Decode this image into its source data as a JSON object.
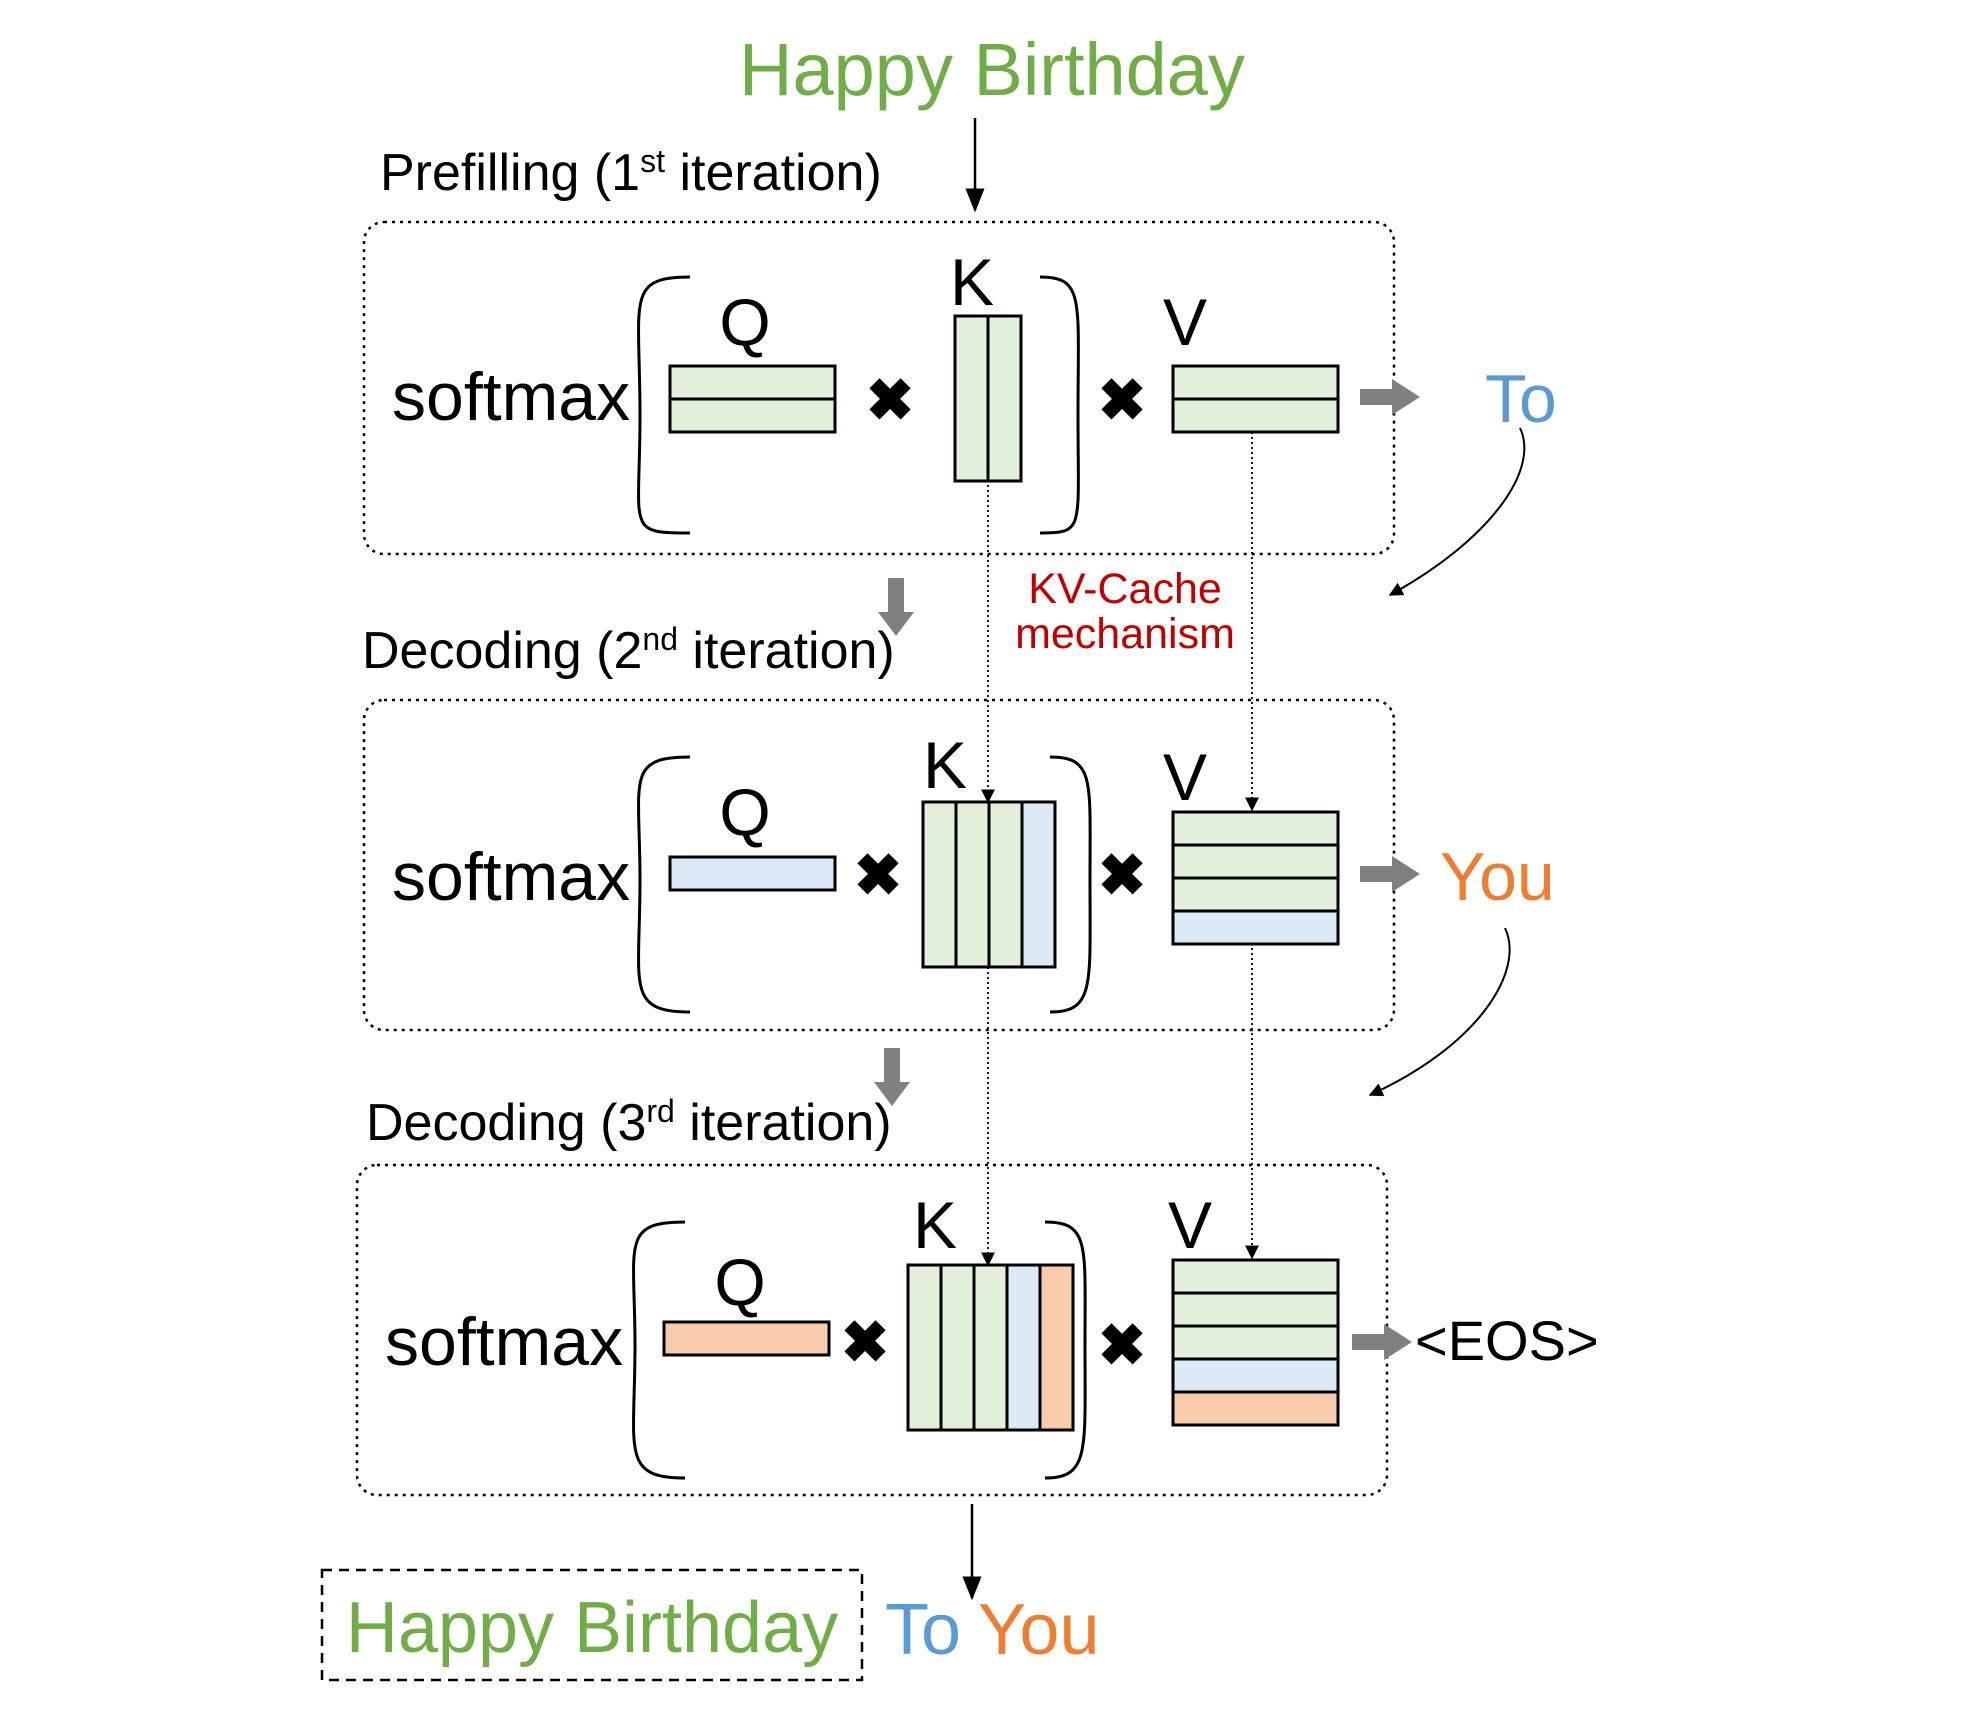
{
  "colors": {
    "green_text": "#70ad47",
    "blue_text": "#5b9bd5",
    "orange_text": "#ed7d31",
    "red_text": "#c00000",
    "green_fill": "#e2efda",
    "blue_fill": "#dde9f6",
    "orange_fill": "#f8cbad",
    "gray_arrow": "#808080"
  },
  "input_text": "Happy Birthday",
  "kv_cache_label": [
    "KV-Cache",
    "mechanism"
  ],
  "stages": [
    {
      "title_pre": "Prefilling (1",
      "title_sup": "st",
      "title_post": " iteration)",
      "func": "softmax",
      "q_label": "Q",
      "k_label": "K",
      "v_label": "V",
      "q_rows": [
        "green",
        "green"
      ],
      "k_cols": [
        "green",
        "green"
      ],
      "v_rows": [
        "green",
        "green"
      ],
      "output_token": "To",
      "output_color": "blue"
    },
    {
      "title_pre": "Decoding (2",
      "title_sup": "nd",
      "title_post": " iteration)",
      "func": "softmax",
      "q_label": "Q",
      "k_label": "K",
      "v_label": "V",
      "q_rows": [
        "blue"
      ],
      "k_cols": [
        "green",
        "green",
        "green",
        "blue"
      ],
      "v_rows": [
        "green",
        "green",
        "green",
        "blue"
      ],
      "output_token": "You",
      "output_color": "orange"
    },
    {
      "title_pre": "Decoding (3",
      "title_sup": "rd",
      "title_post": " iteration)",
      "func": "softmax",
      "q_label": "Q",
      "k_label": "K",
      "v_label": "V",
      "q_rows": [
        "orange"
      ],
      "k_cols": [
        "green",
        "green",
        "green",
        "blue",
        "orange"
      ],
      "v_rows": [
        "green",
        "green",
        "green",
        "blue",
        "orange"
      ],
      "output_token": "<EOS>",
      "output_color": "black"
    }
  ],
  "result": {
    "prefix": "Happy Birthday",
    "token_1": "To",
    "token_2": "You"
  }
}
